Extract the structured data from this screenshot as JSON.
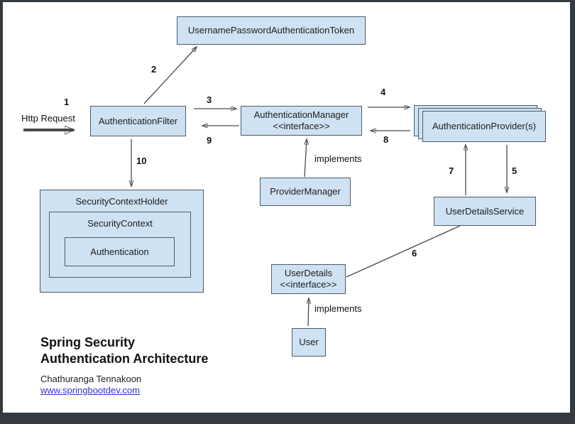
{
  "colors": {
    "frame": "#343a40",
    "box_fill": "#cfe2f3",
    "box_border": "#4e5a66",
    "line": "#4a4a4a",
    "link": "#3333cc"
  },
  "nodes": {
    "token": {
      "label": "UsernamePasswordAuthenticationToken"
    },
    "filter": {
      "label": "AuthenticationFilter"
    },
    "manager": {
      "line1": "AuthenticationManager",
      "line2": "<<interface>>"
    },
    "provider_manager": {
      "label": "ProviderManager"
    },
    "providers": {
      "label": "AuthenticationProvider(s)"
    },
    "user_details_service": {
      "label": "UserDetailsService"
    },
    "user_details": {
      "line1": "UserDetails",
      "line2": "<<interface>>"
    },
    "user": {
      "label": "User"
    },
    "security_context_holder": {
      "label": "SecurityContextHolder"
    },
    "security_context": {
      "label": "SecurityContext"
    },
    "authentication": {
      "label": "Authentication"
    }
  },
  "labels": {
    "http_request": "Http Request",
    "implements_manager": "implements",
    "implements_user": "implements"
  },
  "arrow_numbers": {
    "n1": "1",
    "n2": "2",
    "n3": "3",
    "n4": "4",
    "n5": "5",
    "n6": "6",
    "n7": "7",
    "n8": "8",
    "n9": "9",
    "n10": "10"
  },
  "footer": {
    "title_line1": "Spring Security",
    "title_line2": "Authentication Architecture",
    "author": "Chathuranga Tennakoon",
    "website": "www.springbootdev.com"
  }
}
